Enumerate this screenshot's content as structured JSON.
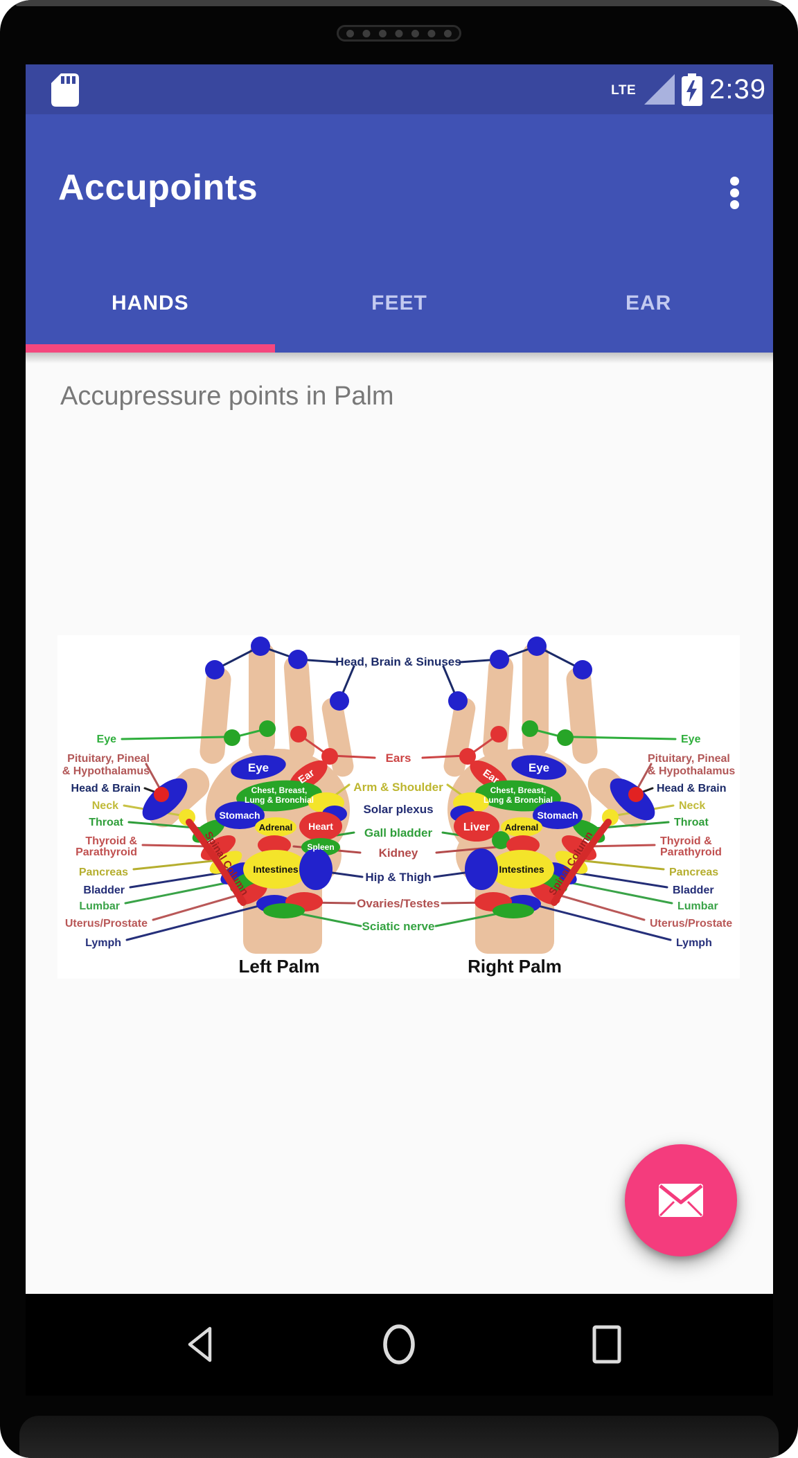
{
  "theme": {
    "primary": "#4052b4",
    "primary_dark": "#39479e",
    "tab_indicator": "#f4477e",
    "fab": "#f43c7d",
    "content_bg": "#fafafa"
  },
  "status_bar": {
    "network": "LTE",
    "time": "2:39"
  },
  "app_bar": {
    "title": "Accupoints"
  },
  "tabs": {
    "active": "HANDS",
    "items": [
      {
        "label": "HANDS"
      },
      {
        "label": "FEET"
      },
      {
        "label": "EAR"
      }
    ]
  },
  "content": {
    "heading": "Accupressure points in Palm"
  },
  "diagram": {
    "top_label": "Head, Brain & Sinuses",
    "side_labels": {
      "eye": "Eye",
      "pituitary1": "Pituitary, Pineal",
      "pituitary2": "& Hypothalamus",
      "head_brain": "Head & Brain",
      "neck": "Neck",
      "throat": "Throat",
      "thyroid1": "Thyroid &",
      "thyroid2": "Parathyroid",
      "pancreas": "Pancreas",
      "bladder": "Bladder",
      "lumbar": "Lumbar",
      "uterus": "Uterus/Prostate",
      "lymph": "Lymph"
    },
    "center_labels": {
      "ears": "Ears",
      "arm_shoulder": "Arm & Shoulder",
      "solar": "Solar plexus",
      "gall": "Gall bladder",
      "kidney": "Kidney",
      "hip": "Hip & Thigh",
      "ovaries": "Ovaries/Testes",
      "sciatic": "Sciatic nerve"
    },
    "hand_labels": {
      "eye": "Eye",
      "ear": "Ear",
      "chest1": "Chest, Breast,",
      "chest2": "Lung & Bronchial",
      "stomach": "Stomach",
      "adrenal": "Adrenal",
      "heart": "Heart",
      "spleen": "Spleen",
      "liver": "Liver",
      "intestines": "Intestines",
      "spinal": "Spinal Column"
    },
    "captions": {
      "left": "Left Palm",
      "right": "Right Palm"
    }
  }
}
